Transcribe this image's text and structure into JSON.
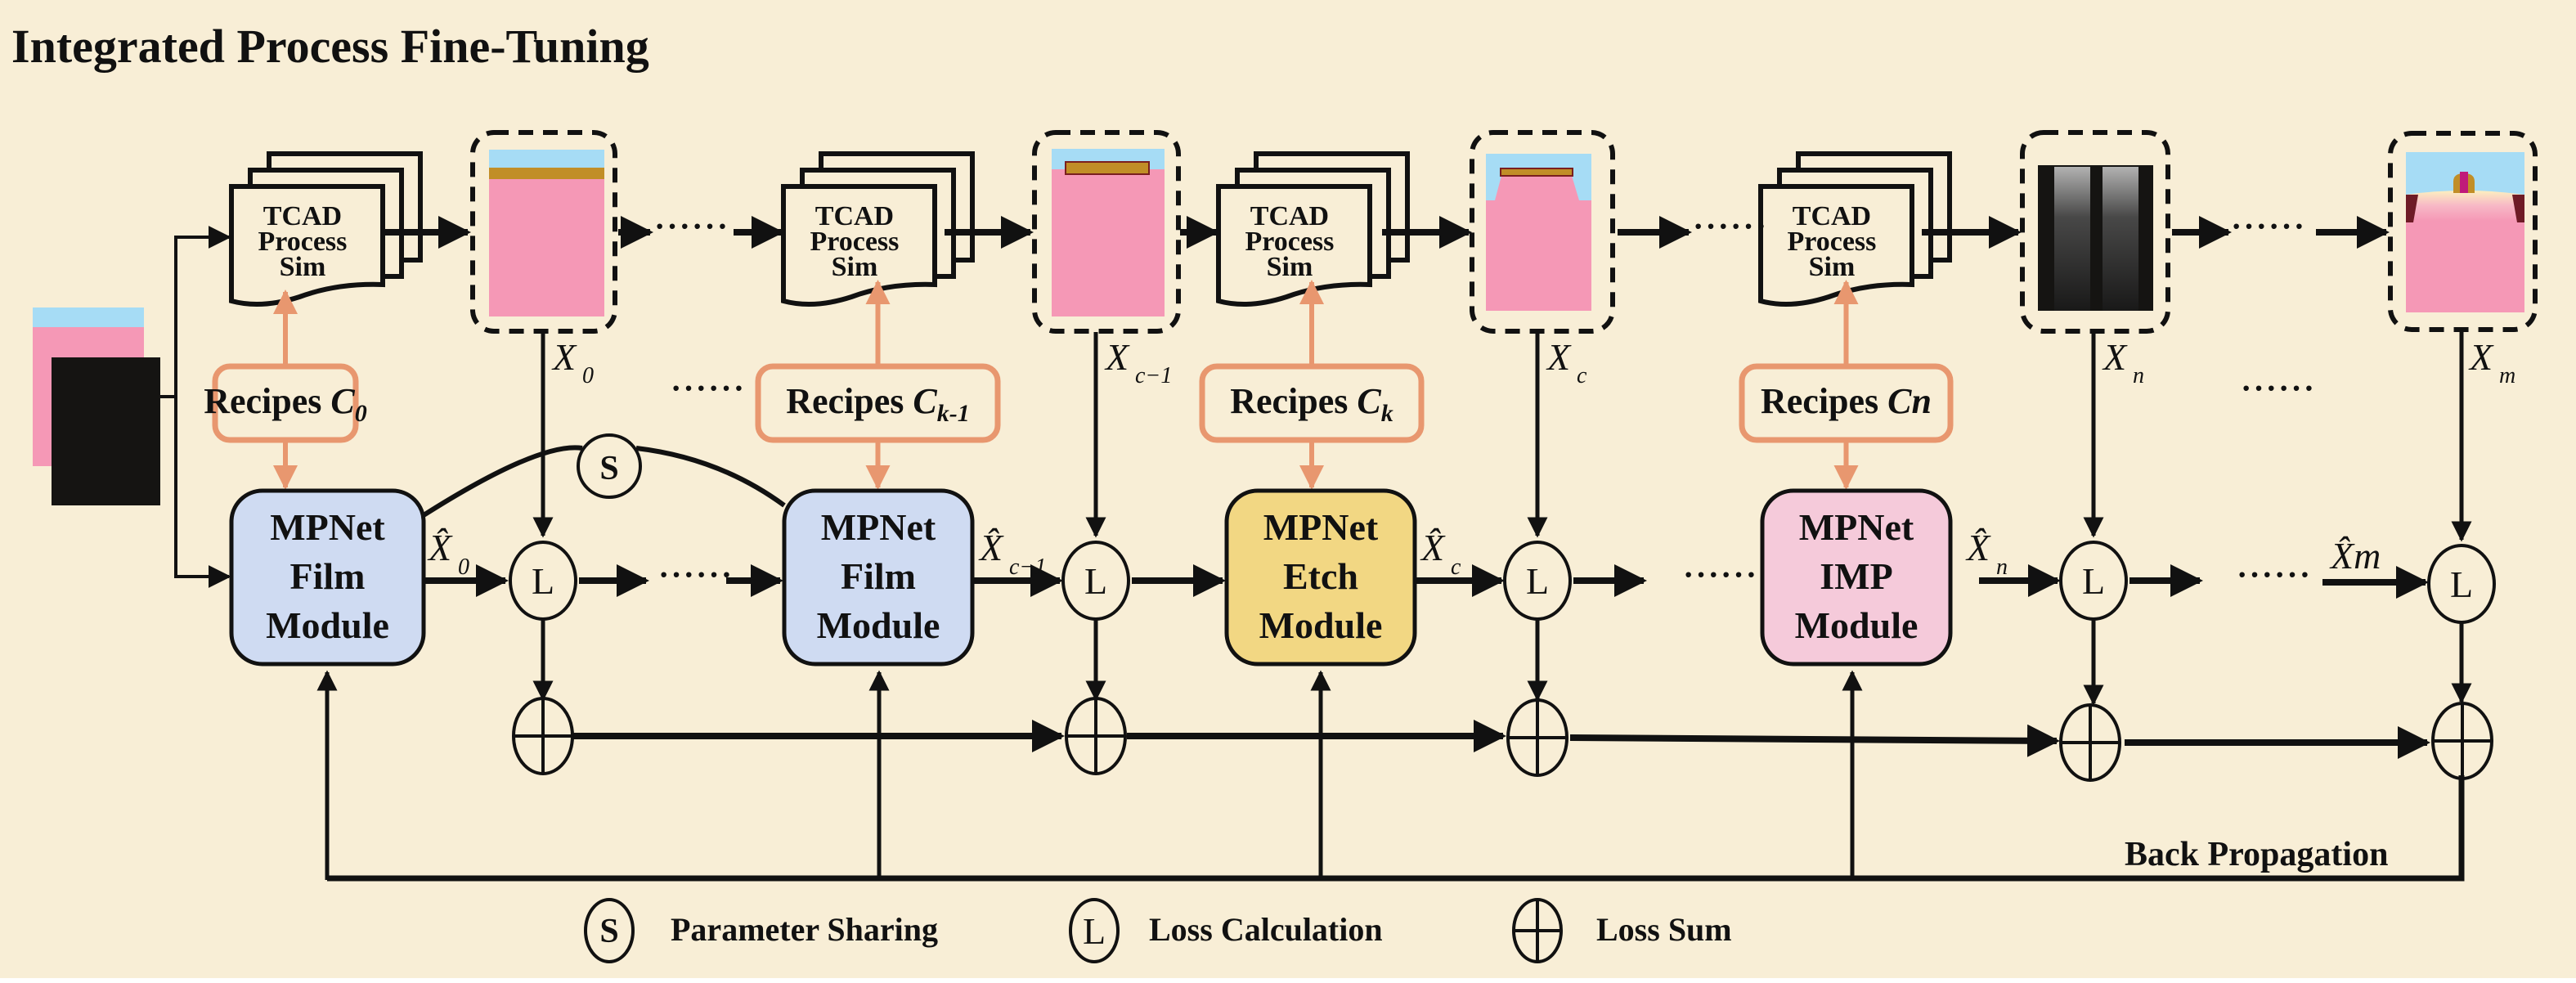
{
  "title": "Integrated Process Fine-Tuning",
  "colors": {
    "background": "#F8EED6",
    "recipe_border": "#E8976F",
    "film_module": "#CFDBF2",
    "etch_module": "#F2D783",
    "imp_module": "#F5CADA",
    "material_oxide": "#A6DCF5",
    "material_silicon": "#F598B6",
    "material_gate": "#C18E27",
    "material_dark": "#151412"
  },
  "simulator": {
    "line1": "TCAD",
    "line2": "Process",
    "line3": "Sim"
  },
  "stages": [
    {
      "recipe_prefix": "Recipes ",
      "recipe_var": "C",
      "recipe_sub": "0",
      "module_line1": "MPNet",
      "module_line2": "Film",
      "module_line3": "Module",
      "module_type": "film",
      "target_var": "X",
      "target_sub": "0",
      "pred_var": "X̂",
      "pred_sub": "0"
    },
    {
      "recipe_prefix": "Recipes ",
      "recipe_var": "C",
      "recipe_sub": "k-1",
      "module_line1": "MPNet",
      "module_line2": "Film",
      "module_line3": "Module",
      "module_type": "film",
      "target_var": "X",
      "target_sub": "c−1",
      "pred_var": "X̂",
      "pred_sub": "c−1"
    },
    {
      "recipe_prefix": "Recipes ",
      "recipe_var": "C",
      "recipe_sub": "k",
      "module_line1": "MPNet",
      "module_line2": "Etch",
      "module_line3": "Module",
      "module_type": "etch",
      "target_var": "X",
      "target_sub": "c",
      "pred_var": "X̂",
      "pred_sub": "c"
    },
    {
      "recipe_prefix": "Recipes ",
      "recipe_var": "Cn",
      "recipe_sub": "",
      "module_line1": "MPNet",
      "module_line2": "IMP",
      "module_line3": "Module",
      "module_type": "imp",
      "target_var": "X",
      "target_sub": "n",
      "pred_var": "X̂",
      "pred_sub": "n"
    }
  ],
  "final": {
    "target_var": "X",
    "target_sub": "m",
    "pred_label": "X̂m"
  },
  "ellipsis": "······",
  "ops": {
    "share": "S",
    "loss": "L"
  },
  "back_propagation": "Back Propagation",
  "legend": [
    {
      "symbol": "S",
      "label": "Parameter Sharing"
    },
    {
      "symbol": "L",
      "label": "Loss Calculation"
    },
    {
      "symbol": "⊕",
      "label": "Loss Sum"
    }
  ]
}
